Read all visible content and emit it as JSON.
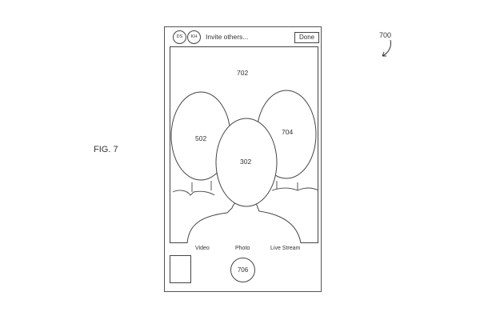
{
  "figure": {
    "label": "FIG. 7",
    "ref_device": "700"
  },
  "header": {
    "avatars": [
      "DS",
      "KH"
    ],
    "invite_text": "Invite others...",
    "done_label": "Done"
  },
  "viewfinder": {
    "ref_area": "702",
    "faces": {
      "left": "502",
      "right": "704",
      "center": "302"
    }
  },
  "modes": [
    "Video",
    "Photo",
    "Live Stream"
  ],
  "controls": {
    "shutter_label": "706"
  }
}
